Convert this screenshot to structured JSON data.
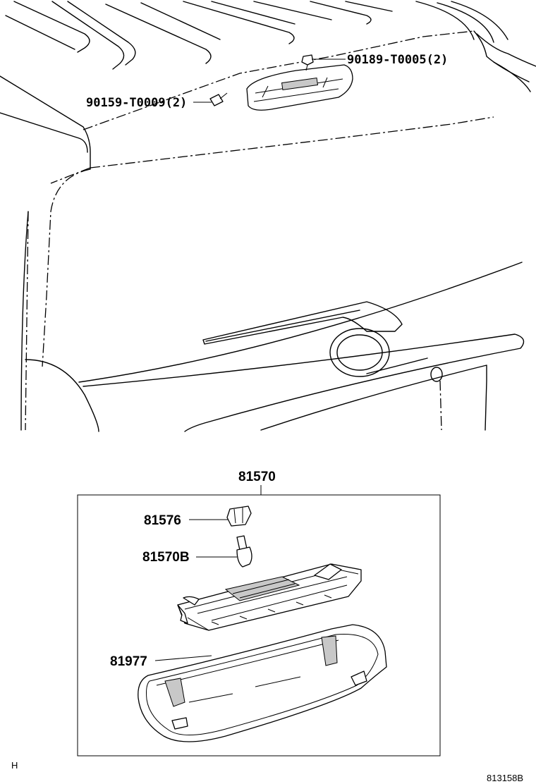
{
  "callouts": {
    "clip_label": "90189-T0005(2)",
    "screw_label": "90159-T0009(2)",
    "assembly_label": "81570",
    "socket_label": "81576",
    "bulb_label": "81570B",
    "cover_label": "81977"
  },
  "footer": {
    "left_mark": "H",
    "diagram_id": "813158B"
  }
}
